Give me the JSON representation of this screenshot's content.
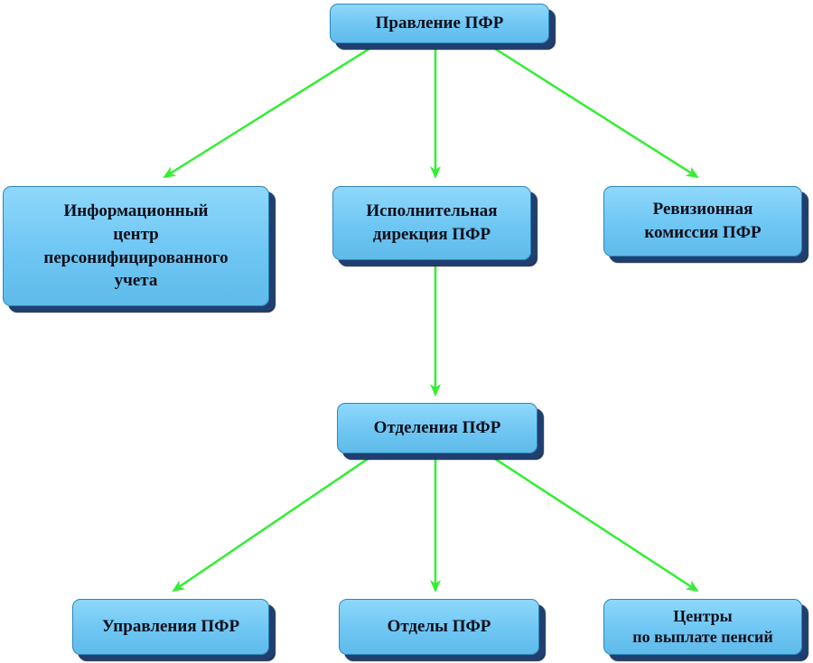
{
  "colors": {
    "box_fill": "#6ec6f3",
    "box_border": "#2f86b8",
    "box_shadow": "#1f3f70",
    "arrow": "#33ee33",
    "text": "#0e0e1a"
  },
  "nodes": {
    "pravlenie": "Правление ПФР",
    "info_center": "Информационный\nцентр\nперсонифицированного\nучета",
    "ispolnitelnaya": "Исполнительная\nдирекция ПФР",
    "revizionnaya": "Ревизионная\nкомиссия ПФР",
    "otdeleniya": "Отделения ПФР",
    "upravleniya": "Управления ПФР",
    "otdely": "Отделы ПФР",
    "centry": "Центры\nпо выплате пенсий"
  },
  "edges": [
    {
      "from": "pravlenie",
      "to": "info_center"
    },
    {
      "from": "pravlenie",
      "to": "ispolnitelnaya"
    },
    {
      "from": "pravlenie",
      "to": "revizionnaya"
    },
    {
      "from": "ispolnitelnaya",
      "to": "otdeleniya"
    },
    {
      "from": "otdeleniya",
      "to": "upravleniya"
    },
    {
      "from": "otdeleniya",
      "to": "otdely"
    },
    {
      "from": "otdeleniya",
      "to": "centry"
    }
  ]
}
